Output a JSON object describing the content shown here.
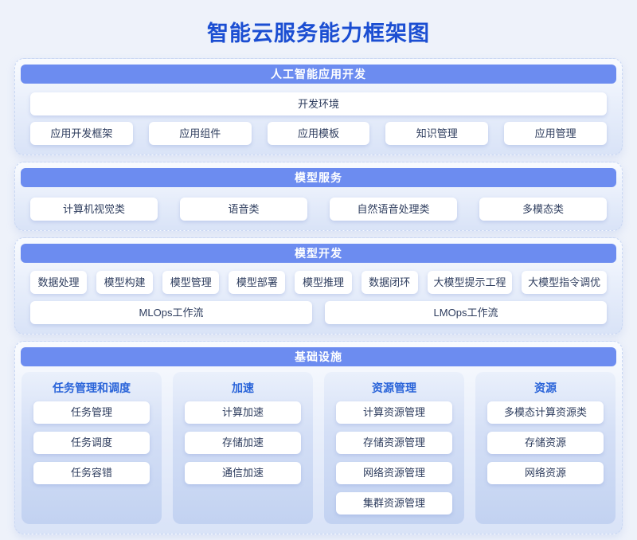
{
  "page": {
    "title": "智能云服务能力框架图"
  },
  "colors": {
    "page_background": "#eef2fa",
    "title_blue": "#1b4ed2",
    "header_bar_blue": "#6c8cf0",
    "column_title_blue": "#2a64d9",
    "box_text": "#2e3d5e",
    "box_background": "#ffffff"
  },
  "sections": {
    "app_dev": {
      "header": "人工智能应用开发",
      "full_box": "开发环境",
      "items": [
        "应用开发框架",
        "应用组件",
        "应用模板",
        "知识管理",
        "应用管理"
      ]
    },
    "model_service": {
      "header": "模型服务",
      "items": [
        "计算机视觉类",
        "语音类",
        "自然语音处理类",
        "多模态类"
      ]
    },
    "model_dev": {
      "header": "模型开发",
      "items": [
        "数据处理",
        "模型构建",
        "模型管理",
        "模型部署",
        "模型推理",
        "数据闭环",
        "大模型提示工程",
        "大模型指令调优"
      ],
      "workflows": [
        "MLOps工作流",
        "LMOps工作流"
      ]
    },
    "infra": {
      "header": "基础设施",
      "columns": [
        {
          "title": "任务管理和调度",
          "items": [
            "任务管理",
            "任务调度",
            "任务容错"
          ]
        },
        {
          "title": "加速",
          "items": [
            "计算加速",
            "存储加速",
            "通信加速"
          ]
        },
        {
          "title": "资源管理",
          "items": [
            "计算资源管理",
            "存储资源管理",
            "网络资源管理",
            "集群资源管理"
          ]
        },
        {
          "title": "资源",
          "items": [
            "多模态计算资源类",
            "存储资源",
            "网络资源"
          ]
        }
      ]
    }
  }
}
